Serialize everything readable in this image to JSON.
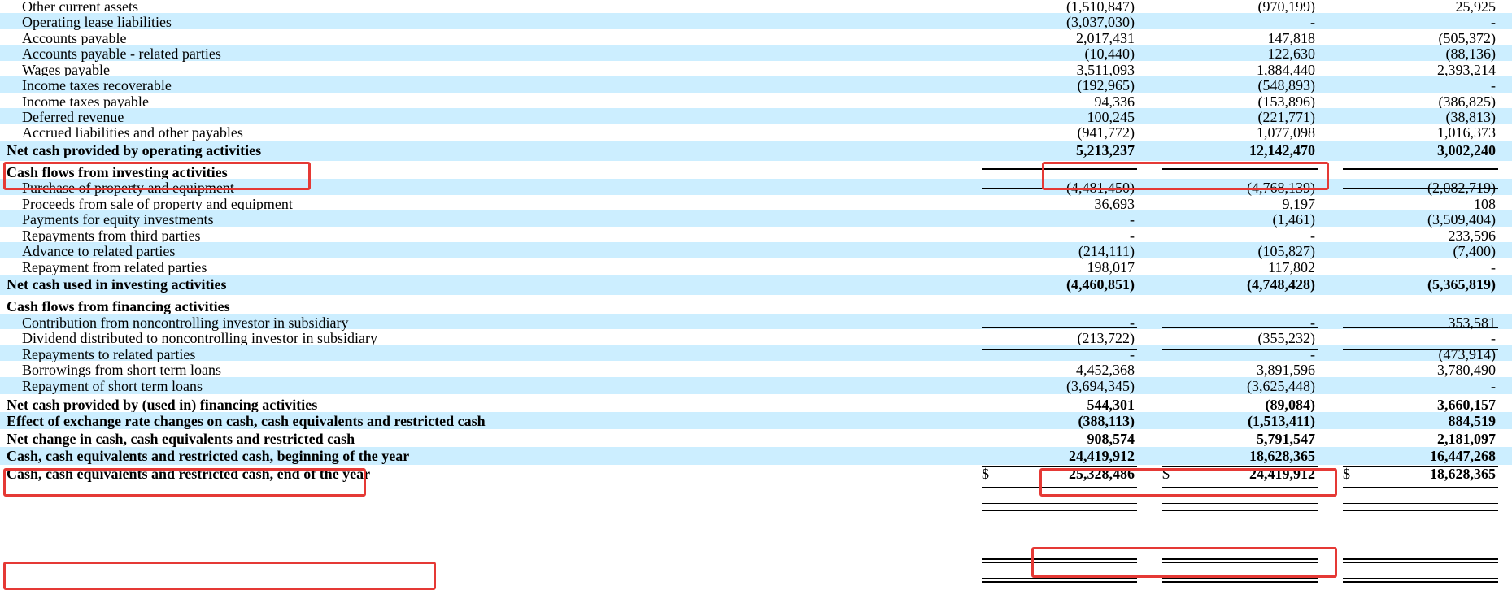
{
  "statement": {
    "rows": [
      {
        "label": "Other current assets",
        "v1": "(1,510,847)",
        "v2": "(970,199)",
        "v3": "25,925",
        "indent": true
      },
      {
        "label": "Operating lease liabilities",
        "v1": "(3,037,030)",
        "v2": "-",
        "v3": "-",
        "indent": true
      },
      {
        "label": "Accounts payable",
        "v1": "2,017,431",
        "v2": "147,818",
        "v3": "(505,372)",
        "indent": true
      },
      {
        "label": "Accounts payable - related parties",
        "v1": "(10,440)",
        "v2": "122,630",
        "v3": "(88,136)",
        "indent": true
      },
      {
        "label": "Wages payable",
        "v1": "3,511,093",
        "v2": "1,884,440",
        "v3": "2,393,214",
        "indent": true
      },
      {
        "label": "Income taxes recoverable",
        "v1": "(192,965)",
        "v2": "(548,893)",
        "v3": "-",
        "indent": true
      },
      {
        "label": "Income taxes payable",
        "v1": "94,336",
        "v2": "(153,896)",
        "v3": "(386,825)",
        "indent": true
      },
      {
        "label": "Deferred revenue",
        "v1": "100,245",
        "v2": "(221,771)",
        "v3": "(38,813)",
        "indent": true
      },
      {
        "label": "Accrued liabilities and other payables",
        "v1": "(941,772)",
        "v2": "1,077,098",
        "v3": "1,016,373",
        "indent": true
      },
      {
        "label": "Net cash provided by operating activities",
        "v1": "5,213,237",
        "v2": "12,142,470",
        "v3": "3,002,240",
        "bold": true
      },
      {
        "label": "Cash flows from investing activities",
        "v1": "",
        "v2": "",
        "v3": "",
        "bold": true
      },
      {
        "label": "Purchase of property and equipment",
        "v1": "(4,481,450)",
        "v2": "(4,768,139)",
        "v3": "(2,082,719)",
        "indent": true
      },
      {
        "label": "Proceeds from sale of property and equipment",
        "v1": "36,693",
        "v2": "9,197",
        "v3": "108",
        "indent": true
      },
      {
        "label": "Payments for equity investments",
        "v1": "-",
        "v2": "(1,461)",
        "v3": "(3,509,404)",
        "indent": true
      },
      {
        "label": "Repayments from third parties",
        "v1": "-",
        "v2": "-",
        "v3": "233,596",
        "indent": true
      },
      {
        "label": "Advance to related parties",
        "v1": "(214,111)",
        "v2": "(105,827)",
        "v3": "(7,400)",
        "indent": true
      },
      {
        "label": "Repayment from related parties",
        "v1": "198,017",
        "v2": "117,802",
        "v3": "-",
        "indent": true
      },
      {
        "label": "Net cash used in investing activities",
        "v1": "(4,460,851)",
        "v2": "(4,748,428)",
        "v3": "(5,365,819)",
        "bold": true
      },
      {
        "label": "Cash flows from financing activities",
        "v1": "",
        "v2": "",
        "v3": "",
        "bold": true
      },
      {
        "label": "Contribution from noncontrolling investor in subsidiary",
        "v1": "-",
        "v2": "-",
        "v3": "353,581",
        "indent": true
      },
      {
        "label": "Dividend distributed to noncontrolling investor in subsidiary",
        "v1": "(213,722)",
        "v2": "(355,232)",
        "v3": "-",
        "indent": true
      },
      {
        "label": "Repayments to related parties",
        "v1": "-",
        "v2": "-",
        "v3": "(473,914)",
        "indent": true
      },
      {
        "label": "Borrowings from short term loans",
        "v1": "4,452,368",
        "v2": "3,891,596",
        "v3": "3,780,490",
        "indent": true
      },
      {
        "label": "Repayment of short term loans",
        "v1": "(3,694,345)",
        "v2": "(3,625,448)",
        "v3": "-",
        "indent": true
      },
      {
        "label": "Net cash provided by (used in) financing activities",
        "v1": "544,301",
        "v2": "(89,084)",
        "v3": "3,660,157",
        "bold": true
      },
      {
        "label": "Effect of exchange rate changes on cash, cash equivalents and restricted cash",
        "v1": "(388,113)",
        "v2": "(1,513,411)",
        "v3": "884,519",
        "bold": true
      },
      {
        "label": "Net change in cash, cash equivalents and restricted cash",
        "v1": "908,574",
        "v2": "5,791,547",
        "v3": "2,181,097",
        "bold": true
      },
      {
        "label": "Cash, cash equivalents and restricted cash, beginning of the year",
        "v1": "24,419,912",
        "v2": "18,628,365",
        "v3": "16,447,268",
        "bold": true
      },
      {
        "label": "Cash, cash equivalents and restricted cash, end of the year",
        "v1": "25,328,486",
        "v2": "24,419,912",
        "v3": "18,628,365",
        "bold": true,
        "currency": "$"
      }
    ]
  },
  "colors": {
    "band": "#cceeff",
    "highlight": "#e53935"
  }
}
